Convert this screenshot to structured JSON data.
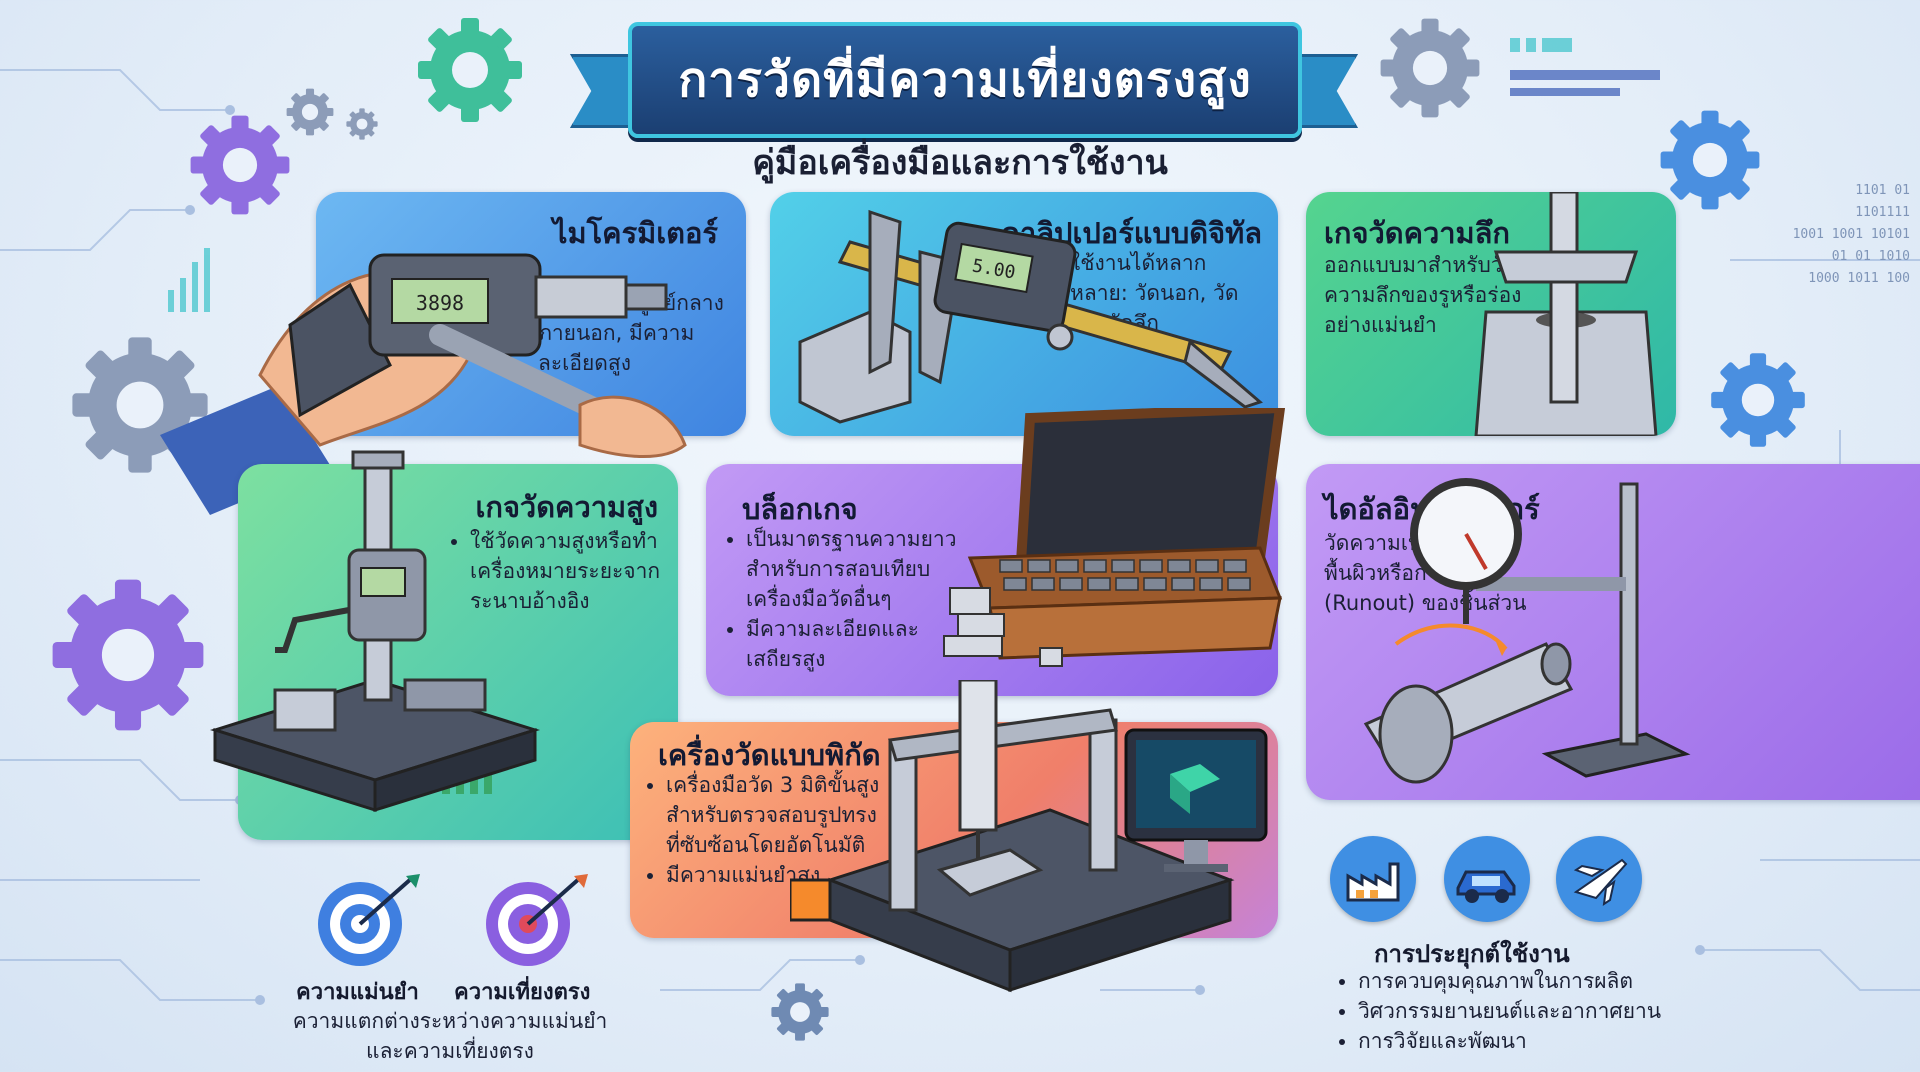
{
  "header": {
    "title": "การวัดที่มีความเที่ยงตรงสูง",
    "subtitle": "คู่มือเครื่องมือและการใช้งาน"
  },
  "cards": {
    "micrometer": {
      "title": "ไมโครมิเตอร์",
      "bullets": [
        "วัดเส้นผ่านศูนย์กลางภายนอก, มีความละเอียดสูง"
      ],
      "display": "3898"
    },
    "caliper": {
      "title": "คาลิปเปอร์แบบดิจิทัล",
      "description": "ใช้งานได้หลากหลาย: วัดนอก, วัดใน, วัดลึก",
      "display": "5.00"
    },
    "depth_gauge": {
      "title": "เกจวัดความลึก",
      "description": "ออกแบบมาสำหรับวัดความลึกของรูหรือร่องอย่างแม่นยำ"
    },
    "height_gauge": {
      "title": "เกจวัดความสูง",
      "bullets": [
        "ใช้วัดความสูงหรือทำเครื่องหมายระยะจากระนาบอ้างอิง"
      ]
    },
    "gauge_block": {
      "title": "บล็อกเกจ",
      "bullets": [
        "เป็นมาตรฐานความยาวสำหรับการสอบเทียบเครื่องมือวัดอื่นๆ",
        "มีความละเอียดและเสถียรสูง"
      ]
    },
    "dial_indicator": {
      "title": "ไดอัลอินดิเคเตอร์",
      "description": "วัดความเบี่ยงเบนของพื้นผิวหรือการส่าย (Runout) ของชิ้นส่วน"
    },
    "cmm": {
      "title": "เครื่องวัดแบบพิกัด",
      "bullets": [
        "เครื่องมือวัด 3 มิติขั้นสูงสำหรับตรวจสอบรูปทรงที่ซับซ้อนโดยอัตโนมัติ",
        "มีความแม่นยำสูง"
      ]
    }
  },
  "accuracy": {
    "label_accuracy": "ความแม่นยำ",
    "label_precision": "ความเที่ยงตรง",
    "caption": "ความแตกต่างระหว่างความแม่นยำและความเที่ยงตรง"
  },
  "applications": {
    "title": "การประยุกต์ใช้งาน",
    "items": [
      "การควบคุมคุณภาพในการผลิต",
      "วิศวกรรมยานยนต์และอากาศยาน",
      "การวิจัยและพัฒนา"
    ],
    "icons": [
      "factory-icon",
      "car-icon",
      "airplane-icon"
    ]
  },
  "decor": {
    "binary_lines": [
      "1101 01",
      "1101111",
      "1001 1001 10101",
      "01 01 1010",
      "1000 1011 100"
    ]
  },
  "colors": {
    "banner": "#1b3f72",
    "accent": "#3fc6e0",
    "gear_purple": "#8f6ee0",
    "gear_blue": "#4a8fe0",
    "gear_green": "#3fbf8f",
    "gear_orange": "#f59a3c"
  }
}
